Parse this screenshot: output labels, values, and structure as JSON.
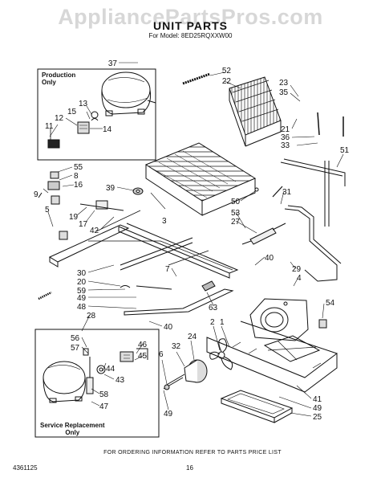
{
  "watermark": "AppliancePartsPros.com",
  "title": "UNIT PARTS",
  "model": "For Model: 8ED25RQXXW00",
  "production_box_label": [
    "Production",
    "Only"
  ],
  "service_box_label": [
    "Service Replacement",
    "Only"
  ],
  "footer_note": "FOR ORDERING INFORMATION REFER TO PARTS PRICE LIST",
  "footer_code": "4361125",
  "footer_page": "16",
  "callouts": [
    "37",
    "52",
    "22",
    "23",
    "35",
    "13",
    "15",
    "12",
    "14",
    "11",
    "21",
    "36",
    "33",
    "51",
    "55",
    "8",
    "39",
    "9",
    "16",
    "5",
    "19",
    "17",
    "42",
    "3",
    "50",
    "31",
    "53",
    "27",
    "40",
    "29",
    "4",
    "30",
    "20",
    "59",
    "49",
    "48",
    "7",
    "63",
    "54",
    "40",
    "28",
    "56",
    "57",
    "44",
    "43",
    "58",
    "47",
    "46",
    "45",
    "6",
    "32",
    "24",
    "2",
    "1",
    "49",
    "41",
    "49",
    "25"
  ]
}
